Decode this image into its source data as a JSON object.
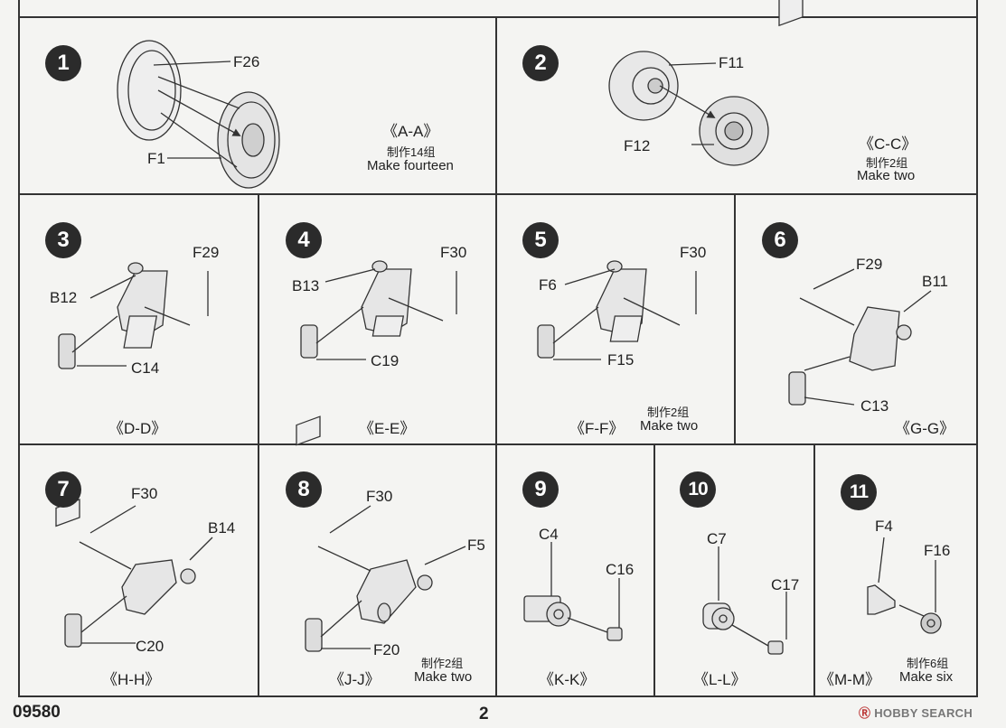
{
  "footer": {
    "code": "09580",
    "page": "2",
    "watermark": "HOBBY SEARCH"
  },
  "steps": [
    {
      "num": "1",
      "parts": [
        "F26",
        "F1"
      ],
      "section": "《A-A》",
      "qty_cn": "制作14组",
      "qty_en": "Make fourteen"
    },
    {
      "num": "2",
      "parts": [
        "F11",
        "F12"
      ],
      "section": "《C-C》",
      "qty_cn": "制作2组",
      "qty_en": "Make two"
    },
    {
      "num": "3",
      "parts": [
        "F29",
        "B12",
        "C14"
      ],
      "section": "《D-D》"
    },
    {
      "num": "4",
      "parts": [
        "F30",
        "B13",
        "C19"
      ],
      "section": "《E-E》"
    },
    {
      "num": "5",
      "parts": [
        "F30",
        "F6",
        "F15"
      ],
      "section": "《F-F》",
      "qty_cn": "制作2组",
      "qty_en": "Make two"
    },
    {
      "num": "6",
      "parts": [
        "F29",
        "B11",
        "C13"
      ],
      "section": "《G-G》"
    },
    {
      "num": "7",
      "parts": [
        "F30",
        "B14",
        "C20"
      ],
      "section": "《H-H》"
    },
    {
      "num": "8",
      "parts": [
        "F30",
        "F5",
        "F20"
      ],
      "section": "《J-J》",
      "qty_cn": "制作2组",
      "qty_en": "Make two"
    },
    {
      "num": "9",
      "parts": [
        "C4",
        "C16"
      ],
      "section": "《K-K》"
    },
    {
      "num": "10",
      "parts": [
        "C7",
        "C17"
      ],
      "section": "《L-L》"
    },
    {
      "num": "11",
      "parts": [
        "F4",
        "F16"
      ],
      "section": "《M-M》",
      "qty_cn": "制作6组",
      "qty_en": "Make six"
    }
  ]
}
